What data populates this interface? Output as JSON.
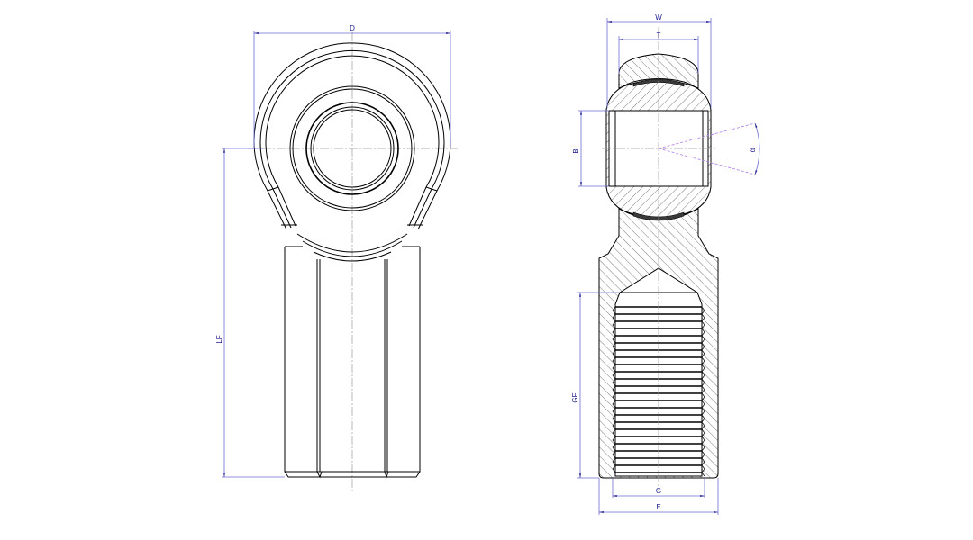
{
  "drawing": {
    "title": "Rod end bearing (female thread) – technical drawing",
    "views": [
      "front-view",
      "section-view"
    ],
    "colors": {
      "outline": "#000000",
      "dimension": "#6b6bd0",
      "dimension_text": "#1a1a8c",
      "centerline": "#9a9a9a",
      "angle_line": "#b07ae8",
      "liner": "#3a3a3a",
      "background": "#ffffff"
    }
  },
  "front_view": {
    "dimensions": {
      "D": "D",
      "LF": "LF"
    }
  },
  "section_view": {
    "dimensions": {
      "W": "W",
      "T": "T",
      "B": "B",
      "alpha": "α",
      "GF": "GF",
      "G": "G",
      "E": "E"
    }
  }
}
